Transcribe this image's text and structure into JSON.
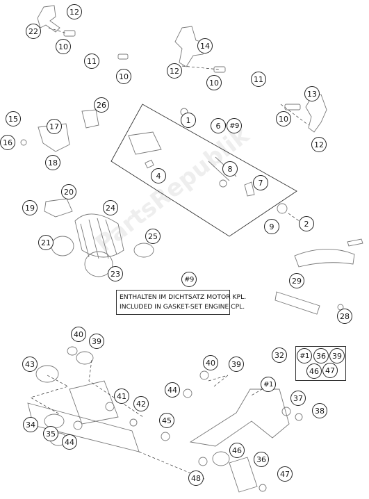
{
  "note": {
    "line_de": "ENTHALTEN IM DICHTSATZ MOTOR KPL.",
    "line_en": "INCLUDED IN GASKET-SET ENGINE CPL.",
    "ref": "#9"
  },
  "watermark": "PartsRepublik",
  "labels": [
    "12",
    "22",
    "10",
    "11",
    "10",
    "14",
    "12",
    "10",
    "11",
    "13",
    "10",
    "12",
    "26",
    "1",
    "6",
    "#9",
    "15",
    "17",
    "16",
    "18",
    "4",
    "8",
    "7",
    "20",
    "24",
    "19",
    "9",
    "2",
    "21",
    "25",
    "23",
    "29",
    "28",
    "40",
    "39",
    "43",
    "32",
    "#1",
    "36",
    "39",
    "46",
    "47",
    "40",
    "39",
    "44",
    "#1",
    "41",
    "42",
    "37",
    "38",
    "34",
    "35",
    "44",
    "45",
    "46",
    "36",
    "48",
    "47"
  ]
}
